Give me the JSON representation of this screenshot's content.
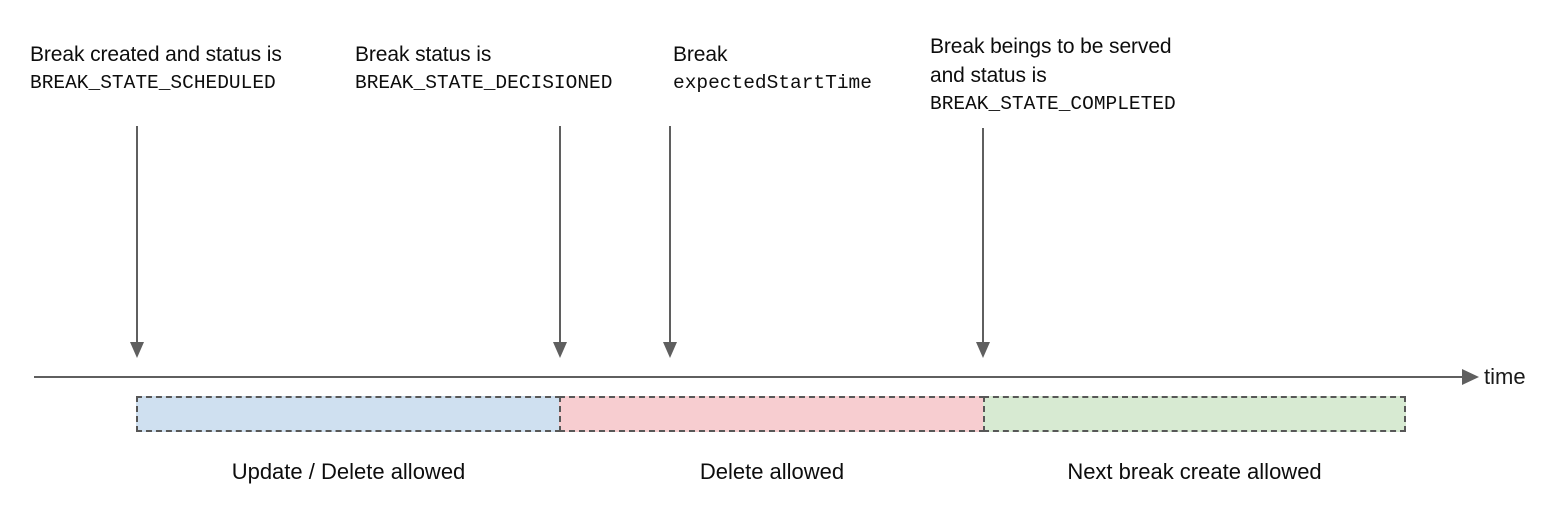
{
  "diagram": {
    "axis": {
      "label": "time"
    },
    "annotations": [
      {
        "name": "break-created-scheduled",
        "lines": [
          {
            "text": "Break created and status is",
            "mono": false
          },
          {
            "text": "BREAK_STATE_SCHEDULED",
            "mono": true
          }
        ]
      },
      {
        "name": "break-decisioned",
        "lines": [
          {
            "text": "Break status is",
            "mono": false
          },
          {
            "text": "BREAK_STATE_DECISIONED",
            "mono": true
          }
        ]
      },
      {
        "name": "break-expected-start-time",
        "lines": [
          {
            "text": "Break",
            "mono": false
          },
          {
            "text": "expectedStartTime",
            "mono": true
          }
        ]
      },
      {
        "name": "break-served-completed",
        "lines": [
          {
            "text": "Break beings to be served",
            "mono": false
          },
          {
            "text": "and status is",
            "mono": false
          },
          {
            "text": "BREAK_STATE_COMPLETED",
            "mono": true
          }
        ]
      }
    ],
    "phases": [
      {
        "name": "update-delete-allowed",
        "caption": "Update / Delete allowed",
        "color": "#cfe0f0"
      },
      {
        "name": "delete-allowed",
        "caption": "Delete allowed",
        "color": "#f7cdd0"
      },
      {
        "name": "next-break-create-allowed",
        "caption": "Next break create allowed",
        "color": "#d7ead2"
      }
    ],
    "colors": {
      "line": "#5f7f5f",
      "stroke": "#5f5f5f",
      "bar_border": "#575757",
      "text": "#0d0d0d",
      "blue": "#cfe0f0",
      "pink": "#f7cdd0",
      "green": "#d7ead2"
    }
  }
}
